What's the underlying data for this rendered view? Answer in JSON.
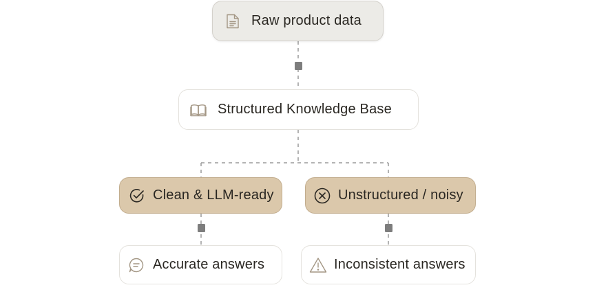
{
  "diagram": {
    "root": {
      "label": "Raw product data",
      "icon": "document-icon"
    },
    "knowledge_base": {
      "label": "Structured Knowledge Base",
      "icon": "open-book-icon"
    },
    "branch_left": {
      "label": "Clean & LLM-ready",
      "icon": "check-circle-icon"
    },
    "branch_right": {
      "label": "Unstructured / noisy",
      "icon": "x-circle-icon"
    },
    "outcome_left": {
      "label": "Accurate answers",
      "icon": "chat-bubble-icon"
    },
    "outcome_right": {
      "label": "Inconsistent answers",
      "icon": "warning-triangle-icon"
    }
  },
  "colors": {
    "root_fill": "#ecebe7",
    "branch_fill": "#dbc8ab",
    "outline_fill": "#ffffff",
    "connector": "#8f8f8f",
    "text": "#2a2722"
  }
}
